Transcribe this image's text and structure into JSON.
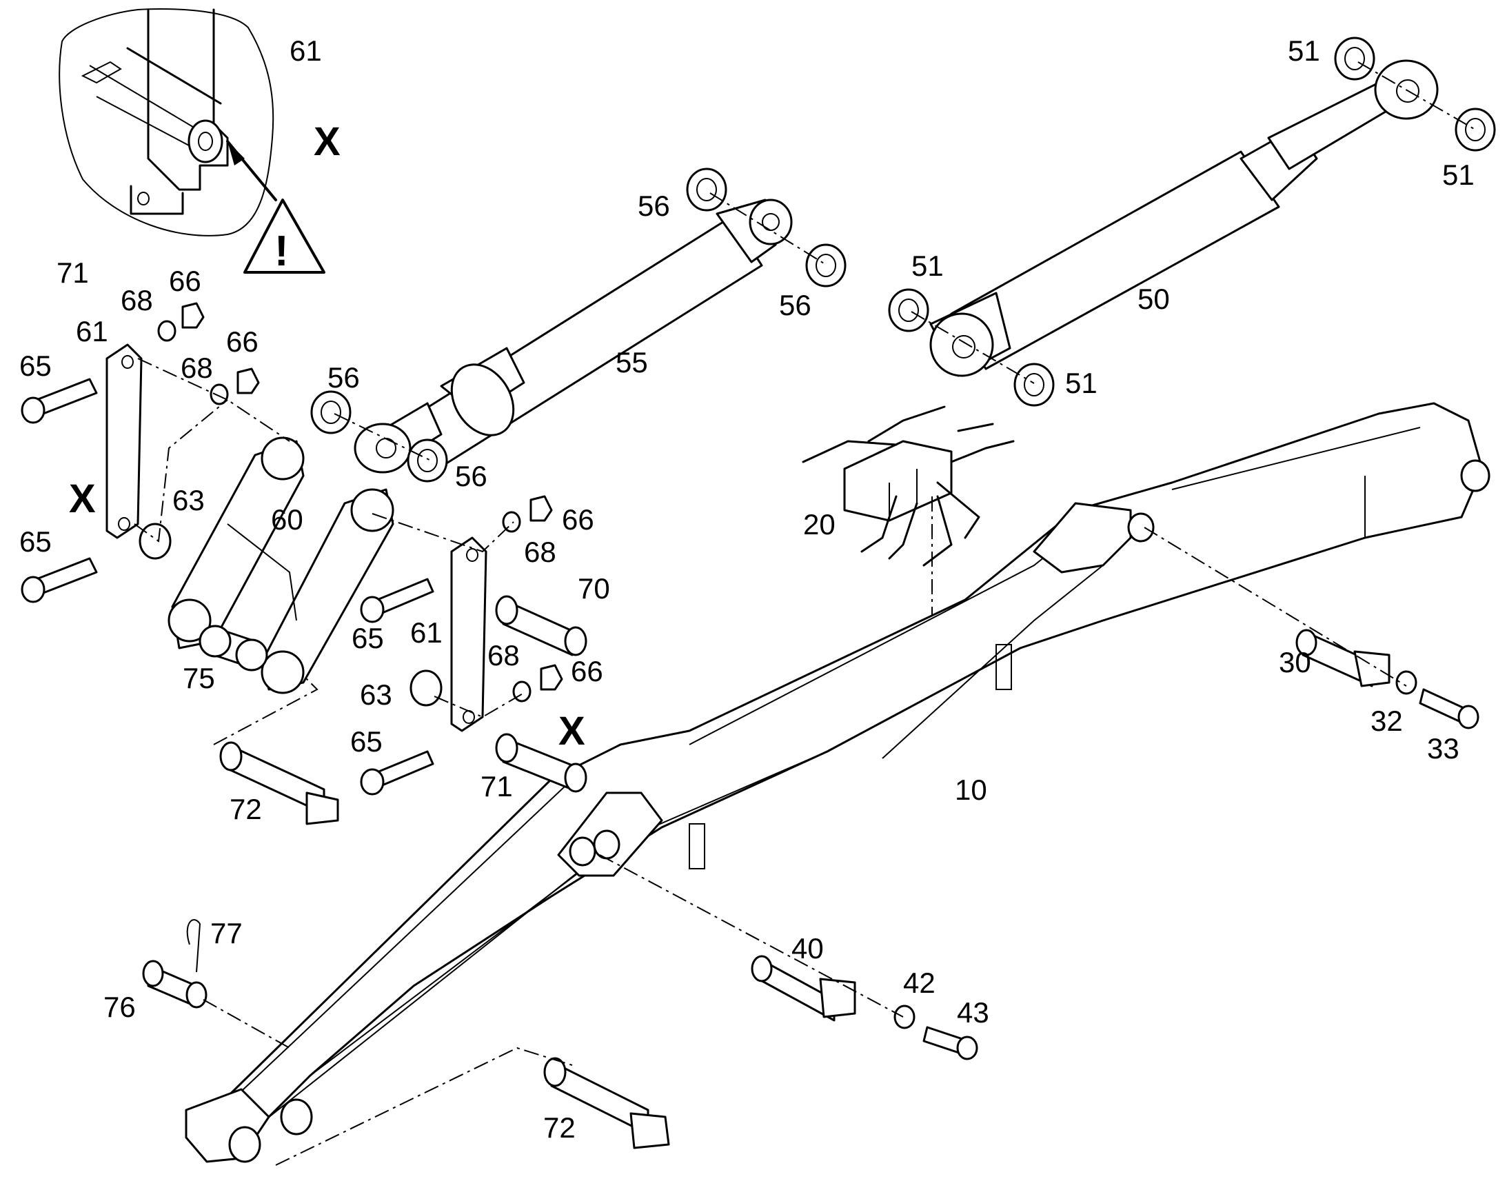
{
  "diagram": {
    "part_labels": [
      {
        "id": "l61a",
        "text": "61"
      },
      {
        "id": "l71a",
        "text": "71"
      },
      {
        "id": "l66a",
        "text": "66"
      },
      {
        "id": "l68a",
        "text": "68"
      },
      {
        "id": "l61b",
        "text": "61"
      },
      {
        "id": "l65a",
        "text": "65"
      },
      {
        "id": "l66b",
        "text": "66"
      },
      {
        "id": "l68b",
        "text": "68"
      },
      {
        "id": "l63a",
        "text": "63"
      },
      {
        "id": "l65b",
        "text": "65"
      },
      {
        "id": "l60",
        "text": "60"
      },
      {
        "id": "l75",
        "text": "75"
      },
      {
        "id": "l56a",
        "text": "56"
      },
      {
        "id": "l56b",
        "text": "56"
      },
      {
        "id": "l55",
        "text": "55"
      },
      {
        "id": "l56c",
        "text": "56"
      },
      {
        "id": "l56d",
        "text": "56"
      },
      {
        "id": "l51a",
        "text": "51"
      },
      {
        "id": "l51b",
        "text": "51"
      },
      {
        "id": "l51c",
        "text": "51"
      },
      {
        "id": "l51d",
        "text": "51"
      },
      {
        "id": "l50",
        "text": "50"
      },
      {
        "id": "l20",
        "text": "20"
      },
      {
        "id": "l66c",
        "text": "66"
      },
      {
        "id": "l68c",
        "text": "68"
      },
      {
        "id": "l70",
        "text": "70"
      },
      {
        "id": "l65c",
        "text": "65"
      },
      {
        "id": "l61c",
        "text": "61"
      },
      {
        "id": "l68d",
        "text": "68"
      },
      {
        "id": "l66d",
        "text": "66"
      },
      {
        "id": "l63b",
        "text": "63"
      },
      {
        "id": "l65d",
        "text": "65"
      },
      {
        "id": "l71b",
        "text": "71"
      },
      {
        "id": "l72a",
        "text": "72"
      },
      {
        "id": "l10",
        "text": "10"
      },
      {
        "id": "l30",
        "text": "30"
      },
      {
        "id": "l32",
        "text": "32"
      },
      {
        "id": "l33",
        "text": "33"
      },
      {
        "id": "l40",
        "text": "40"
      },
      {
        "id": "l42",
        "text": "42"
      },
      {
        "id": "l43",
        "text": "43"
      },
      {
        "id": "l77",
        "text": "77"
      },
      {
        "id": "l76",
        "text": "76"
      },
      {
        "id": "l72b",
        "text": "72"
      }
    ],
    "detail_markers": [
      {
        "id": "x1",
        "text": "X"
      },
      {
        "id": "x2",
        "text": "X"
      },
      {
        "id": "x3",
        "text": "X"
      }
    ],
    "warning_symbol": "!",
    "icons": [
      "warning-triangle-icon"
    ]
  }
}
